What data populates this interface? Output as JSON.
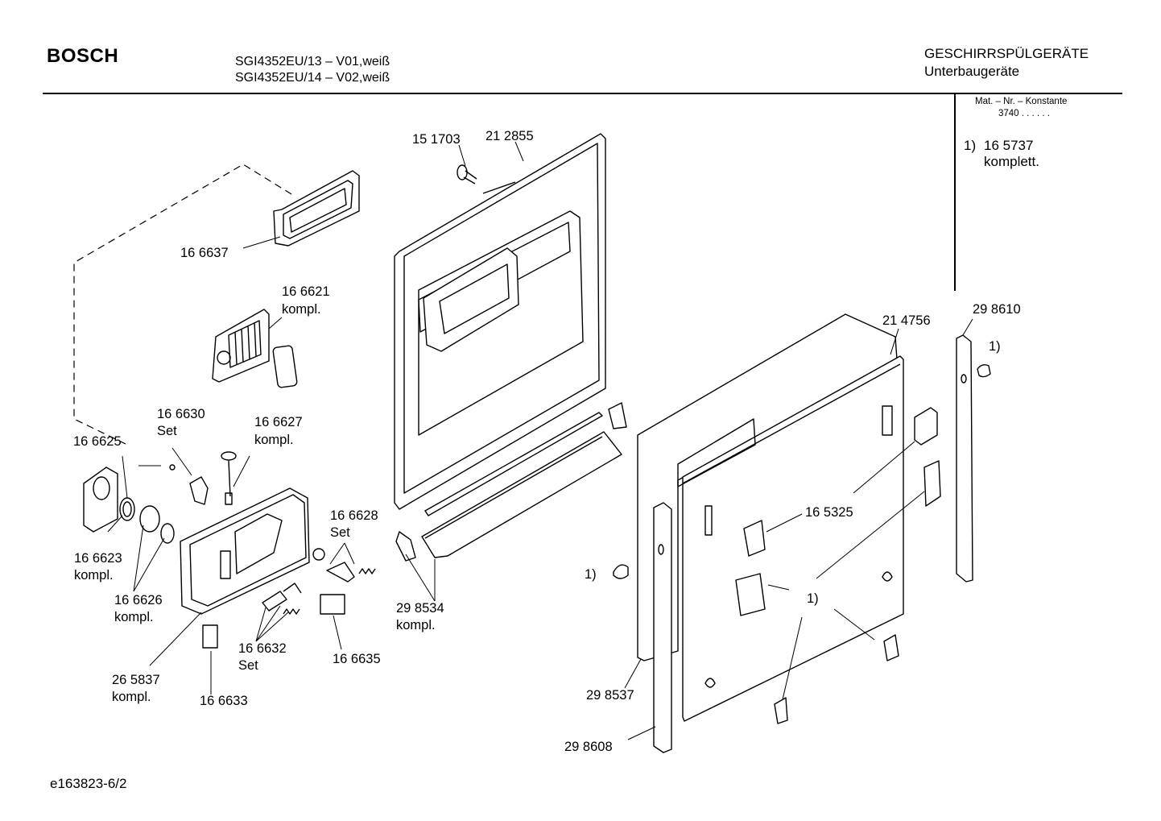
{
  "header": {
    "brand": "BOSCH",
    "models": [
      "SGI4352EU/13 – V01,weiß",
      "SGI4352EU/14 – V02,weiß"
    ],
    "category": "GESCHIRRSPÜLGERÄTE",
    "subcategory": "Unterbaugeräte"
  },
  "legend": {
    "mat_nr": "Mat. – Nr. – Konstante",
    "mat_value": "3740  .  .  .  .  .  .",
    "note_marker": "1)",
    "note_part": "16 5737",
    "note_text": "komplett."
  },
  "parts": {
    "p151703": "15 1703",
    "p212855": "21 2855",
    "p166637": "16 6637",
    "p166621": "16 6621",
    "p166621_note": "kompl.",
    "p166630": "16 6630",
    "p166630_note": "Set",
    "p166627": "16 6627",
    "p166627_note": "kompl.",
    "p166625": "16 6625",
    "p166628": "16 6628",
    "p166628_note": "Set",
    "p166623": "16 6623",
    "p166623_note": "kompl.",
    "p166626": "16 6626",
    "p166626_note": "kompl.",
    "p298534": "29 8534",
    "p298534_note": "kompl.",
    "p166632": "16 6632",
    "p166632_note": "Set",
    "p166635": "16 6635",
    "p265837": "26 5837",
    "p265837_note": "kompl.",
    "p166633": "16 6633",
    "p214756": "21 4756",
    "p298610": "29 8610",
    "p165325": "16 5325",
    "p298537": "29 8537",
    "p298608": "29 8608",
    "ref_a": "1)",
    "ref_b": "1)",
    "ref_c": "1)"
  },
  "footer": {
    "doc_id": "e163823-6/2"
  }
}
